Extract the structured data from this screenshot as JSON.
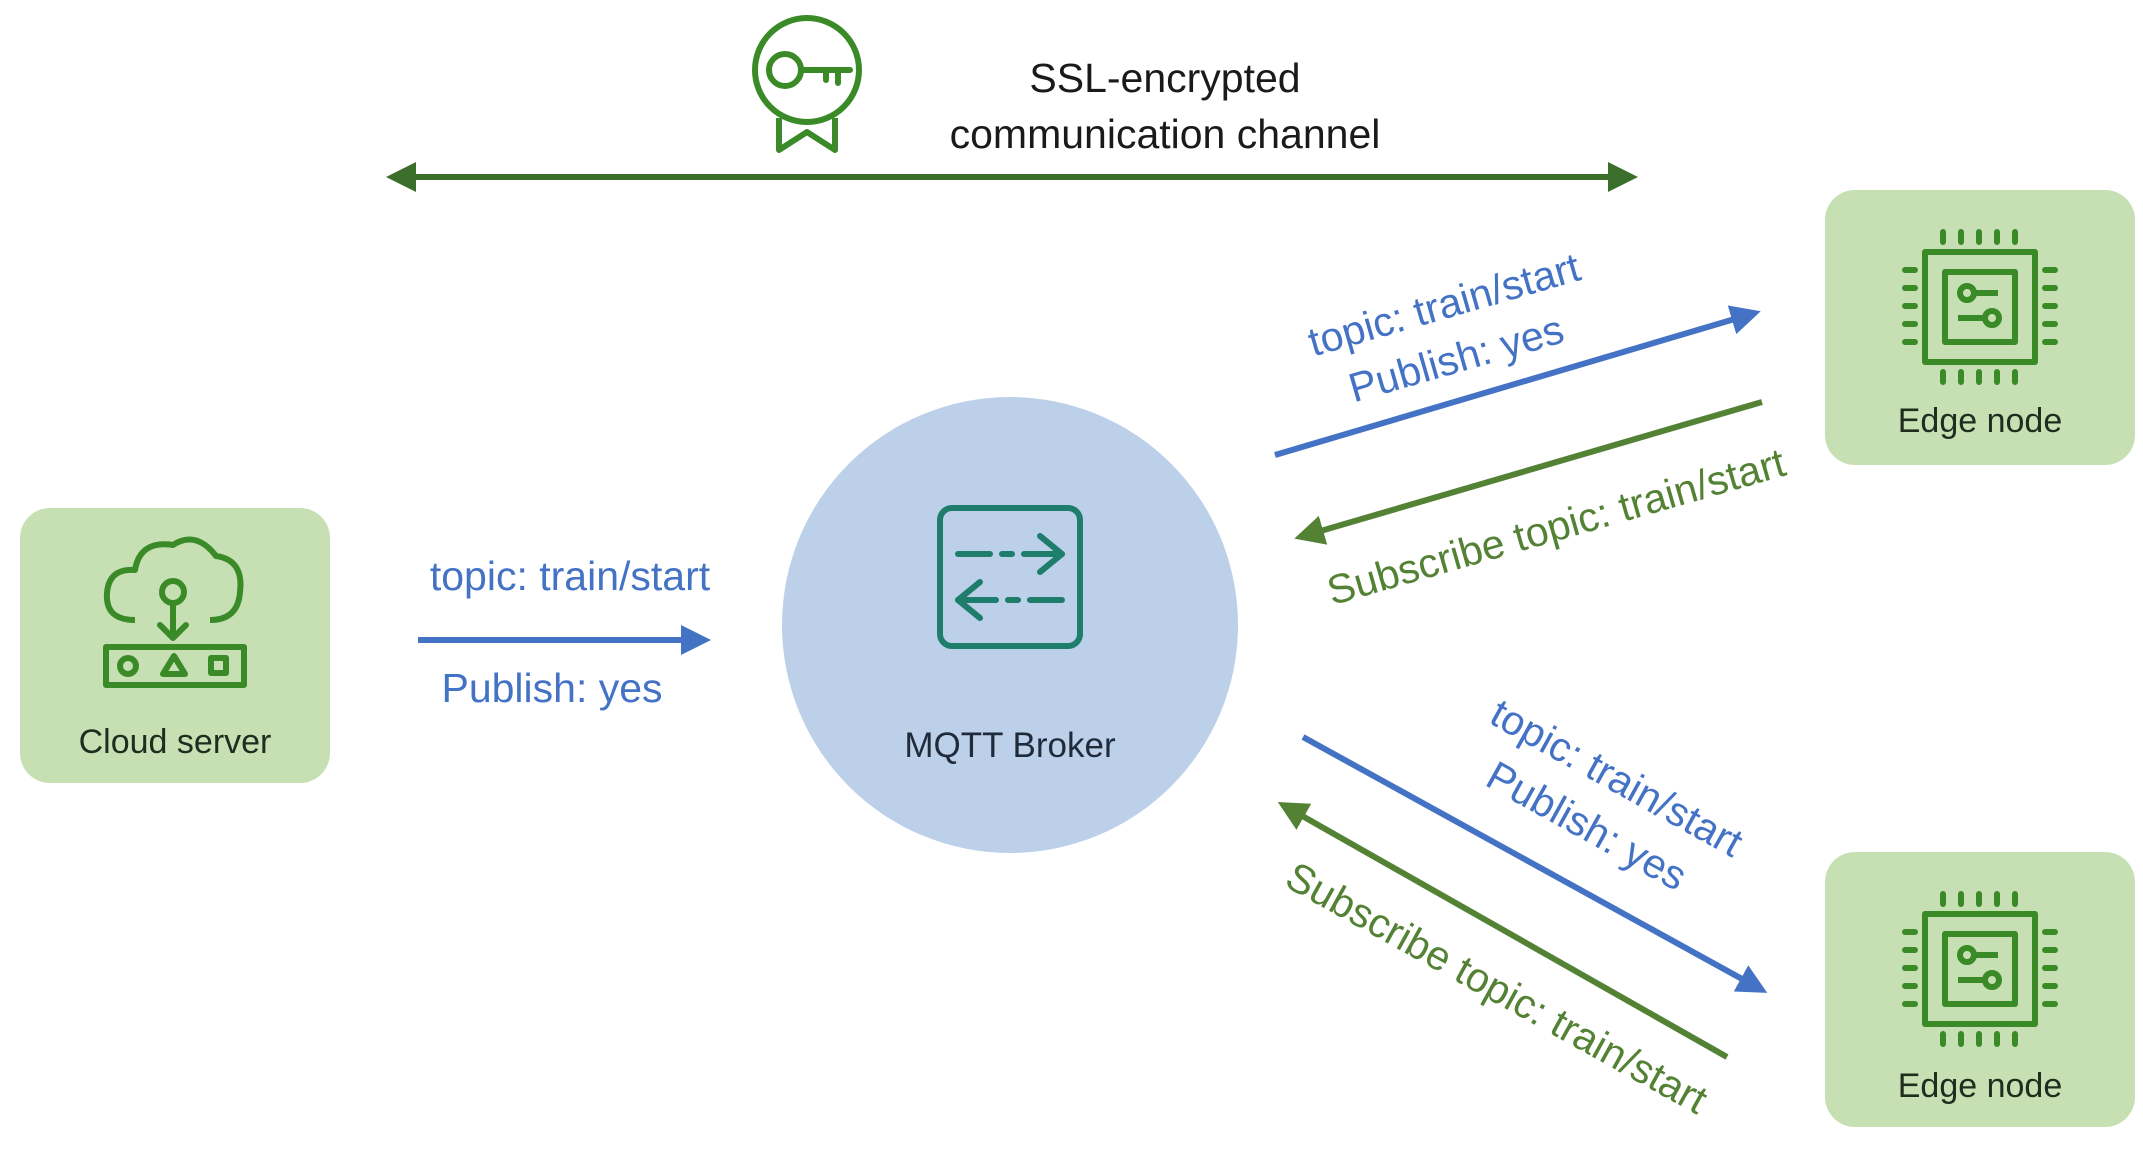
{
  "colors": {
    "blue": "#4472C4",
    "green": "#548235",
    "dark_green": "#3B6E2A",
    "node_fill": "#C6E0B4",
    "node_icon": "#3A8A28",
    "broker_fill": "#BDD0E9",
    "broker_icon": "#1E7D6B"
  },
  "channel": {
    "line1": "SSL-encrypted",
    "line2": "communication channel",
    "icon": "key-badge-icon"
  },
  "cloud_server": {
    "label": "Cloud server",
    "icon": "cloud-server-icon"
  },
  "broker": {
    "label": "MQTT Broker",
    "icon": "exchange-arrows-icon"
  },
  "edge_nodes": [
    {
      "label": "Edge node",
      "icon": "cpu-chip-icon"
    },
    {
      "label": "Edge node",
      "icon": "cpu-chip-icon"
    }
  ],
  "cloud_to_broker": {
    "topic": "topic: train/start",
    "publish": "Publish: yes"
  },
  "broker_to_edge_top": {
    "topic": "topic: train/start",
    "publish": "Publish: yes",
    "subscribe": "Subscribe topic: train/start"
  },
  "broker_to_edge_bottom": {
    "topic": "topic: train/start",
    "publish": "Publish: yes",
    "subscribe": "Subscribe topic: train/start"
  }
}
